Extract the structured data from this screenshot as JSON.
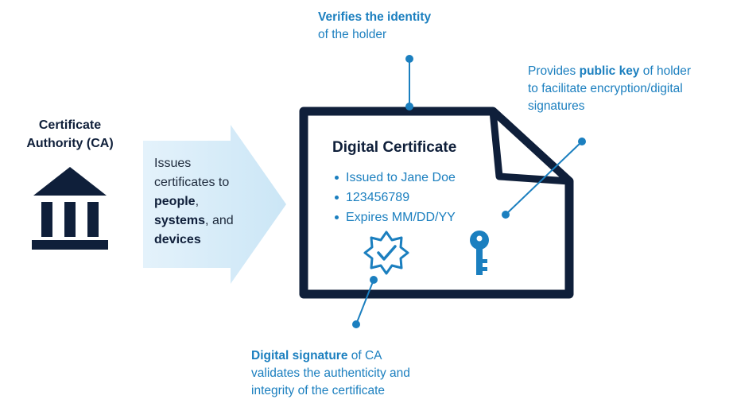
{
  "ca": {
    "title_line1": "Certificate",
    "title_line2": "Authority (CA)",
    "icon": "bank-building-icon"
  },
  "arrow": {
    "line1": "Issues",
    "line2": "certificates to",
    "people": "people",
    "comma1": ",",
    "systems": "systems",
    "and_text": ", and",
    "devices": "devices"
  },
  "certificate": {
    "title": "Digital Certificate",
    "items": [
      "Issued to Jane Doe",
      "123456789",
      "Expires MM/DD/YY"
    ],
    "signature_icon": "verified-badge-icon",
    "key_icon": "key-icon"
  },
  "callouts": {
    "identity": {
      "bold": "Verifies the identity",
      "rest": "of the holder"
    },
    "public_key": {
      "pre": "Provides ",
      "bold": "public key",
      "post": " of holder",
      "line2": "to facilitate encryption/digital",
      "line3": "signatures"
    },
    "signature": {
      "bold": "Digital signature",
      "post": " of CA",
      "line2": "validates the authenticity and",
      "line3": "integrity of the certificate"
    }
  },
  "colors": {
    "navy": "#0f1f3a",
    "accent_blue": "#1b7fbf",
    "arrow_fill": "#d6ecf8"
  }
}
